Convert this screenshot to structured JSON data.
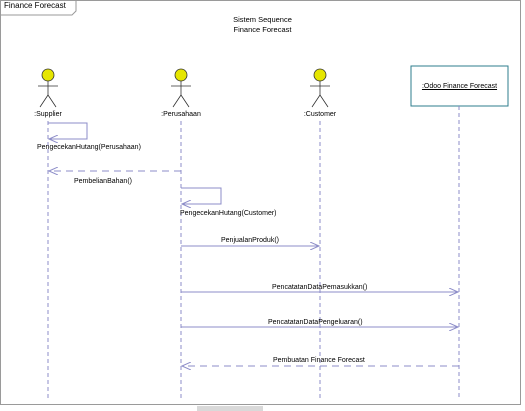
{
  "tab": {
    "label": "Finance Forecast"
  },
  "title": {
    "line1": "Sistem Sequence",
    "line2": "Finance Forecast"
  },
  "actors": [
    {
      "label": ":Supplier"
    },
    {
      "label": ":Perusahaan"
    },
    {
      "label": ":Customer"
    }
  ],
  "system": {
    "label": ":Odoo Finance Forecast"
  },
  "messages": [
    {
      "label": "PengecekanHutang(Perusahaan)"
    },
    {
      "label": "PembelianBahan()"
    },
    {
      "label": "PengecekanHutang(Customer)"
    },
    {
      "label": "PenjualanProduk()"
    },
    {
      "label": "PencatatanDataPemasukkan()"
    },
    {
      "label": "PencatatanDataPengeluaran()"
    },
    {
      "label": "Pembuatan Finance Forecast"
    }
  ],
  "colors": {
    "line": "#8c8cc8",
    "actor": "#e6e600",
    "frame": "#9a9a9a"
  }
}
